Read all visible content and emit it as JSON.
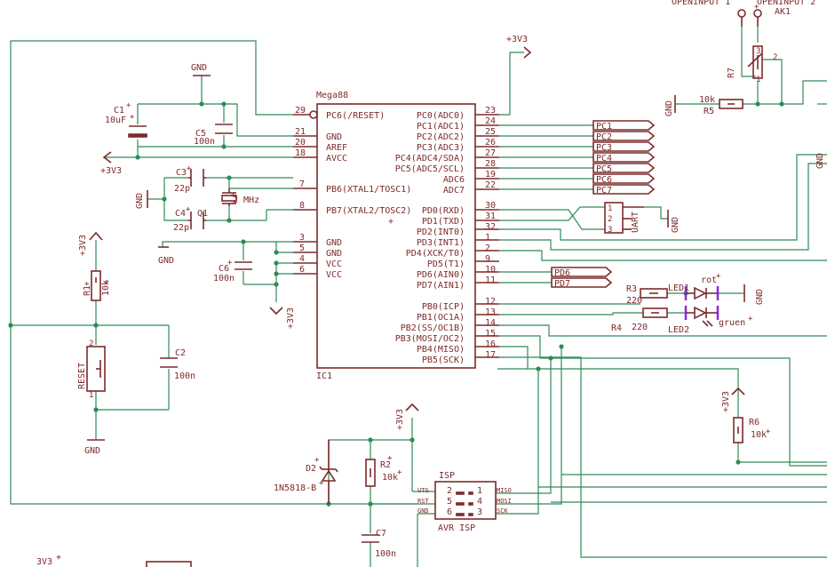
{
  "ic1": {
    "name": "IC1",
    "value": "Mega88",
    "left_pins": [
      {
        "num": "29",
        "name": "PC6(/RESET)"
      },
      {
        "num": "21",
        "name": "GND"
      },
      {
        "num": "20",
        "name": "AREF"
      },
      {
        "num": "18",
        "name": "AVCC"
      },
      {
        "num": "7",
        "name": "PB6(XTAL1/TOSC1)"
      },
      {
        "num": "8",
        "name": "PB7(XTAL2/TOSC2)"
      },
      {
        "num": "3",
        "name": "GND"
      },
      {
        "num": "5",
        "name": "GND"
      },
      {
        "num": "4",
        "name": "VCC"
      },
      {
        "num": "6",
        "name": "VCC"
      }
    ],
    "right_pins": [
      {
        "num": "23",
        "name": "PC0(ADC0)"
      },
      {
        "num": "24",
        "name": "PC1(ADC1)"
      },
      {
        "num": "25",
        "name": "PC2(ADC2)"
      },
      {
        "num": "26",
        "name": "PC3(ADC3)"
      },
      {
        "num": "27",
        "name": "PC4(ADC4/SDA)"
      },
      {
        "num": "28",
        "name": "PC5(ADC5/SCL)"
      },
      {
        "num": "19",
        "name": "ADC6"
      },
      {
        "num": "22",
        "name": "ADC7"
      },
      {
        "num": "30",
        "name": "PD0(RXD)"
      },
      {
        "num": "31",
        "name": "PD1(TXD)"
      },
      {
        "num": "32",
        "name": "PD2(INT0)"
      },
      {
        "num": "1",
        "name": "PD3(INT1)"
      },
      {
        "num": "2",
        "name": "PD4(XCK/T0)"
      },
      {
        "num": "9",
        "name": "PD5(T1)"
      },
      {
        "num": "10",
        "name": "PD6(AIN0)"
      },
      {
        "num": "11",
        "name": "PD7(AIN1)"
      },
      {
        "num": "12",
        "name": "PB0(ICP)"
      },
      {
        "num": "13",
        "name": "PB1(OC1A)"
      },
      {
        "num": "14",
        "name": "PB2(SS/OC1B)"
      },
      {
        "num": "15",
        "name": "PB3(MOSI/OC2)"
      },
      {
        "num": "16",
        "name": "PB4(MISO)"
      },
      {
        "num": "17",
        "name": "PB5(SCK)"
      }
    ]
  },
  "net_labels": [
    "PC1",
    "PC2",
    "PC3",
    "PC4",
    "PC5",
    "PC6",
    "PC7",
    "PD6",
    "PD7"
  ],
  "components": {
    "c1": {
      "name": "C1",
      "value": "10uF"
    },
    "c5": {
      "name": "C5",
      "value": "100n"
    },
    "c3": {
      "name": "C3",
      "value": "22p"
    },
    "c4": {
      "name": "C4",
      "value": "22p"
    },
    "q1": {
      "name": "Q1",
      "value": "2 MHz"
    },
    "c6": {
      "name": "C6",
      "value": "100n"
    },
    "r1": {
      "name": "R1",
      "value": "10k"
    },
    "c2": {
      "name": "C2",
      "value": "100n"
    },
    "reset": {
      "name": "RESET"
    },
    "d2": {
      "name": "D2",
      "value": "1N5818-B"
    },
    "r2": {
      "name": "R2",
      "value": "10k"
    },
    "c7": {
      "name": "C7",
      "value": "100n"
    },
    "r3": {
      "name": "R3",
      "value": "220"
    },
    "r4": {
      "name": "R4",
      "value": "220"
    },
    "led1": {
      "name": "LED1",
      "value": "rot"
    },
    "led2": {
      "name": "LED2",
      "value": "gruen"
    },
    "r5": {
      "name": "R5",
      "value": "10k"
    },
    "r6": {
      "name": "R6",
      "value": "10k"
    },
    "r7": {
      "name": "R7"
    },
    "ak1": {
      "name": "AK1"
    },
    "uart": {
      "name": "UART",
      "pins": [
        "1",
        "2",
        "3"
      ]
    },
    "isp": {
      "name": "ISP",
      "value": "AVR ISP",
      "left_labels": [
        "UTG",
        "RST",
        "GND"
      ],
      "left_nums": [
        "2",
        "5",
        "6"
      ],
      "right_nums": [
        "1",
        "4",
        "3"
      ],
      "right_labels": [
        "MISO",
        "MOSI",
        "SCK"
      ]
    }
  },
  "supplies": {
    "v3v3": "+3V3",
    "gnd": "GND",
    "bottom_left": "3V3"
  },
  "open_inputs": {
    "in1": "OPENINPUT 1",
    "in2": "OPENINPUT 2"
  },
  "pot_pins": {
    "p1": "1",
    "p2": "2",
    "p3": "3"
  }
}
